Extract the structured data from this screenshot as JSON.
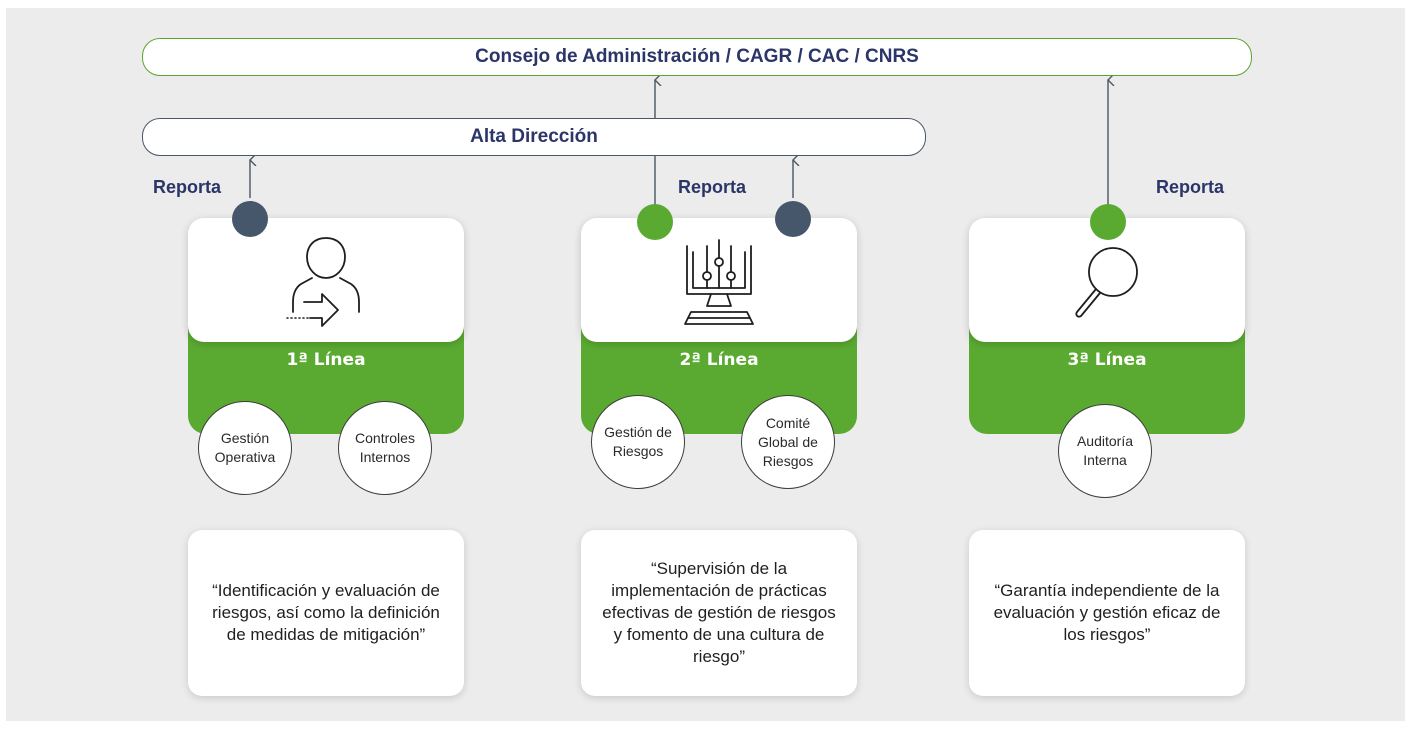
{
  "header": {
    "board_label": "Consejo de Administración / CAGR / CAC / CNRS",
    "management_label": "Alta Dirección"
  },
  "reporta_label": "Reporta",
  "colors": {
    "green": "#5aaa32",
    "dark": "#46566b",
    "navy": "#2b3568"
  },
  "lines": [
    {
      "title": "1ª Línea",
      "icon": "person-arrow-icon",
      "functions": [
        "Gestión\nOperativa",
        "Controles\nInternos"
      ],
      "description": "“Identificación y evaluación de riesgos, así como la definición de medidas de mitigación”"
    },
    {
      "title": "2ª Línea",
      "icon": "control-panel-icon",
      "functions": [
        "Gestión de\nRiesgos",
        "Comité\nGlobal de\nRiesgos"
      ],
      "description": "“Supervisión de la implementación de prácticas efectivas de gestión de riesgos y fomento de una cultura de riesgo”"
    },
    {
      "title": "3ª Línea",
      "icon": "magnifier-icon",
      "functions": [
        "Auditoría\nInterna"
      ],
      "description": "“Garantía independiente de la evaluación y gestión eficaz de los riesgos”"
    }
  ]
}
